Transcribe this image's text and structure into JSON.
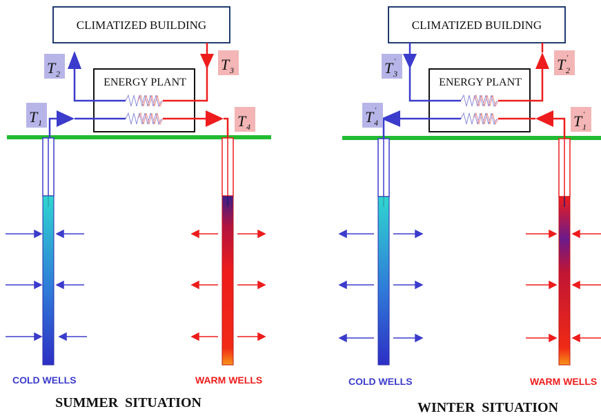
{
  "panels": [
    {
      "building_label": "CLIMATIZED BUILDING",
      "plant_label": "ENERGY PLANT",
      "temps": {
        "top_left": {
          "sym": "T",
          "sub": "2",
          "prime": false
        },
        "top_right": {
          "sym": "T",
          "sub": "3",
          "prime": false
        },
        "bottom_left": {
          "sym": "T",
          "sub": "1",
          "prime": false
        },
        "bottom_right": {
          "sym": "T",
          "sub": "4",
          "prime": false
        }
      },
      "cold_wells_label": "COLD WELLS",
      "warm_wells_label": "WARM WELLS",
      "situation_label": "SUMMER  SITUATION"
    },
    {
      "building_label": "CLIMATIZED BUILDING",
      "plant_label": "ENERGY PLANT",
      "temps": {
        "top_left": {
          "sym": "T",
          "sub": "3",
          "prime": true
        },
        "top_right": {
          "sym": "T",
          "sub": "2",
          "prime": true
        },
        "bottom_left": {
          "sym": "T",
          "sub": "4",
          "prime": true
        },
        "bottom_right": {
          "sym": "T",
          "sub": "1",
          "prime": true
        }
      },
      "cold_wells_label": "COLD WELLS",
      "warm_wells_label": "WARM WELLS",
      "situation_label": "WINTER  SITUATION"
    }
  ],
  "colors": {
    "cold": "#3b3bcc",
    "warm": "#ee1c1c",
    "ground": "#22bb33",
    "box_border": "#1f3a6e",
    "cold_label_bg": "#b7b5e8",
    "warm_label_bg": "#f3b5b5"
  }
}
